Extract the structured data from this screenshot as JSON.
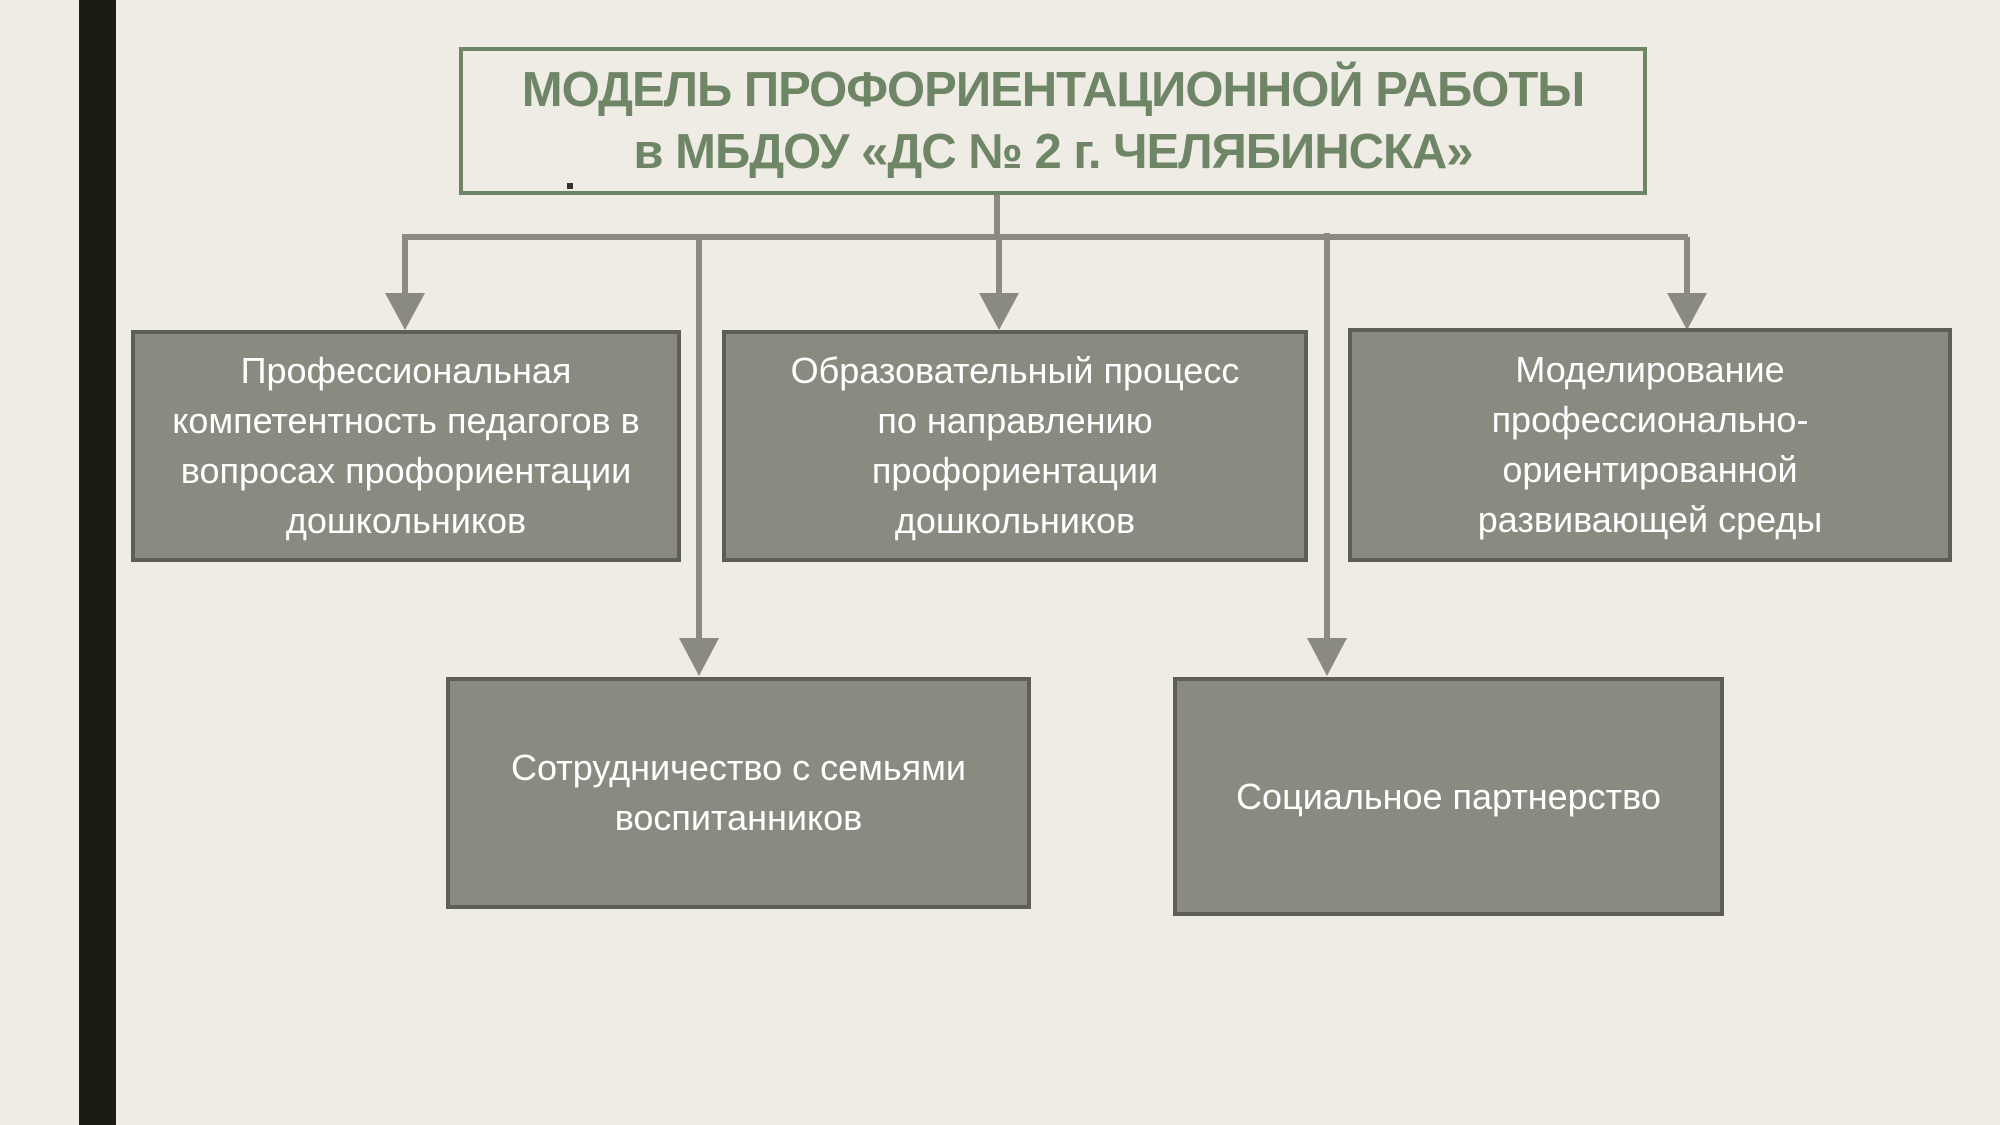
{
  "title": {
    "line1": "МОДЕЛЬ ПРОФОРИЕНТАЦИОННОЙ РАБОТЫ",
    "line2": "в МБДОУ «ДС № 2 г. ЧЕЛЯБИНСКА»"
  },
  "boxes": {
    "competence": "Профессиональная компетентность педагогов в вопросах профориентации дошкольников",
    "education": "Образовательный процесс  по направлению профориентации дошкольников",
    "environment": "Моделирование профессионально-ориентированной развивающей среды",
    "families": "Сотрудничество с семьями воспитанников",
    "partnership": "Социальное партнерство"
  },
  "colors": {
    "background": "#eeece4",
    "accent": "#6e8566",
    "box_fill": "#8a8a80",
    "box_border": "#5e5e58",
    "connector": "#8a8a80",
    "side_bar": "#1c1c14"
  }
}
